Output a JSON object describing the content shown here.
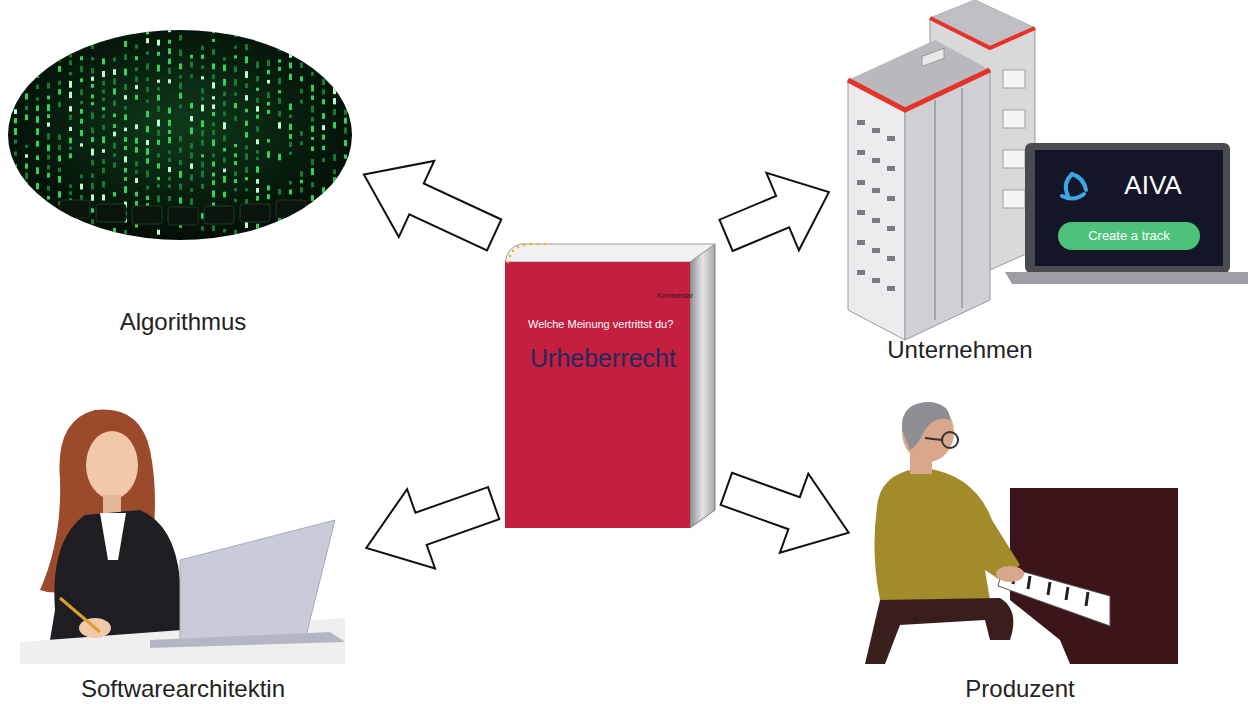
{
  "diagram": {
    "nodes": [
      {
        "text": [
          "Algorithmus"
        ]
      },
      {
        "text": [
          "Unternehmen"
        ]
      },
      {
        "text": [
          "AIVA",
          "Create a track"
        ],
        "in": 1
      },
      {
        "text": [
          "Kommentar",
          "Welche Meinung vertrittst du?",
          "Urheberrecht"
        ]
      },
      {
        "text": [
          "Softwarearchitektin"
        ]
      },
      {
        "text": [
          "Produzent"
        ]
      }
    ],
    "edges": [
      {
        "from": 3,
        "to": 0,
        "arrow": "to"
      },
      {
        "from": 3,
        "to": 1,
        "arrow": "to"
      },
      {
        "from": 3,
        "to": 4,
        "arrow": "to"
      },
      {
        "from": 3,
        "to": 5,
        "arrow": "to"
      }
    ]
  }
}
